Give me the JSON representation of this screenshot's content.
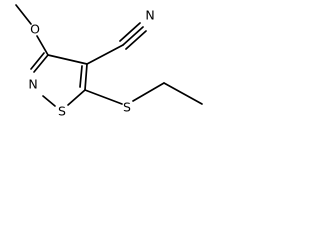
{
  "atoms": {
    "nitrile_n": "N",
    "methoxy_o": "O",
    "ring_n": "N",
    "ring_s": "S",
    "thioether_s": "S"
  }
}
